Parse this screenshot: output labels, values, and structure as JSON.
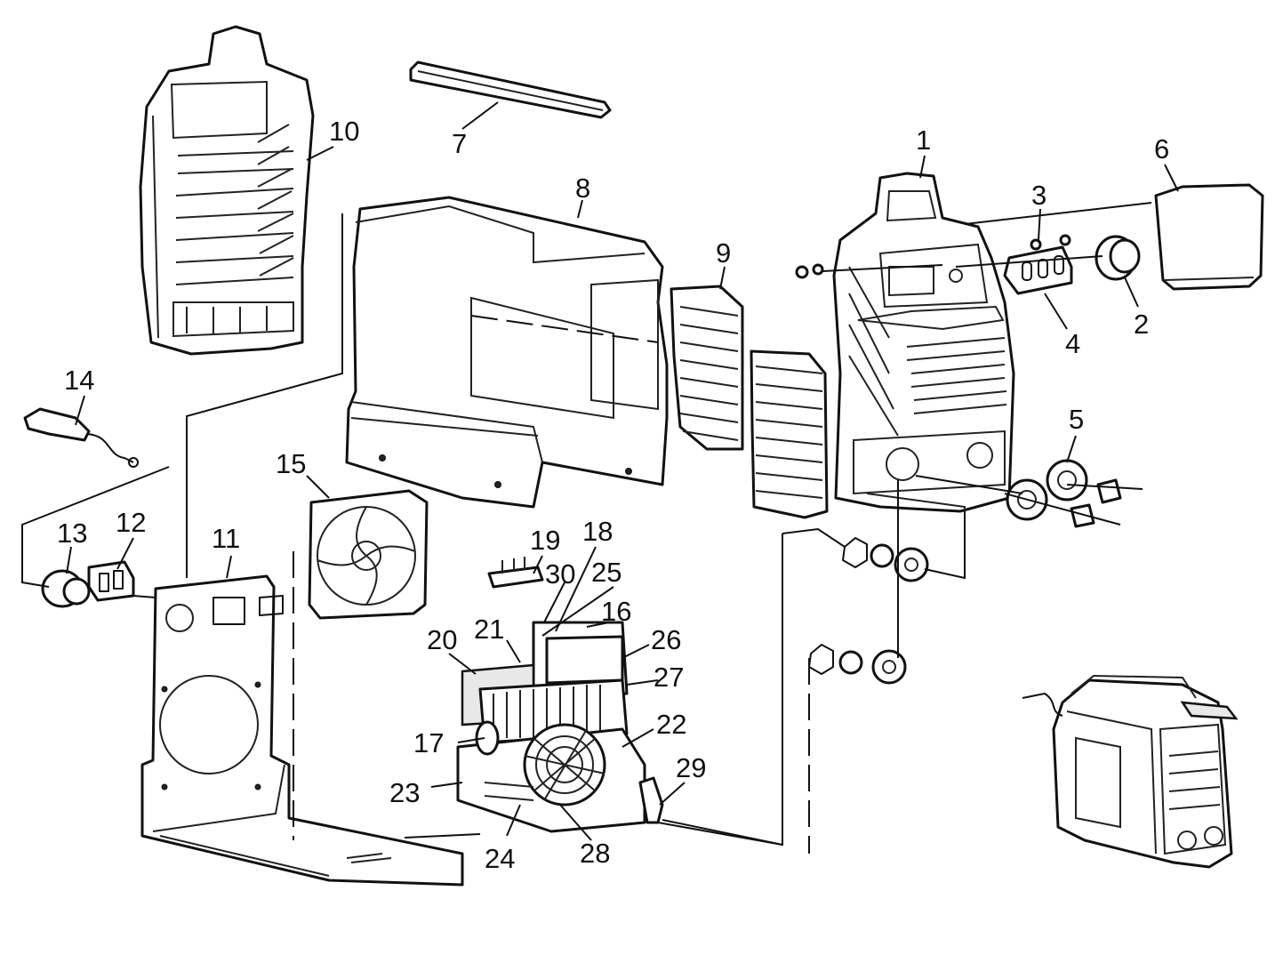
{
  "labels": {
    "l1": "1",
    "l2": "2",
    "l3": "3",
    "l4": "4",
    "l5": "5",
    "l6": "6",
    "l7": "7",
    "l8": "8",
    "l9": "9",
    "l10": "10",
    "l11": "11",
    "l12": "12",
    "l13": "13",
    "l14": "14",
    "l15": "15",
    "l16": "16",
    "l17": "17",
    "l18": "18",
    "l19": "19",
    "l20": "20",
    "l21": "21",
    "l22": "22",
    "l23": "23",
    "l24": "24",
    "l25": "25",
    "l26": "26",
    "l27": "27",
    "l28": "28",
    "l29": "29",
    "l30": "30"
  }
}
